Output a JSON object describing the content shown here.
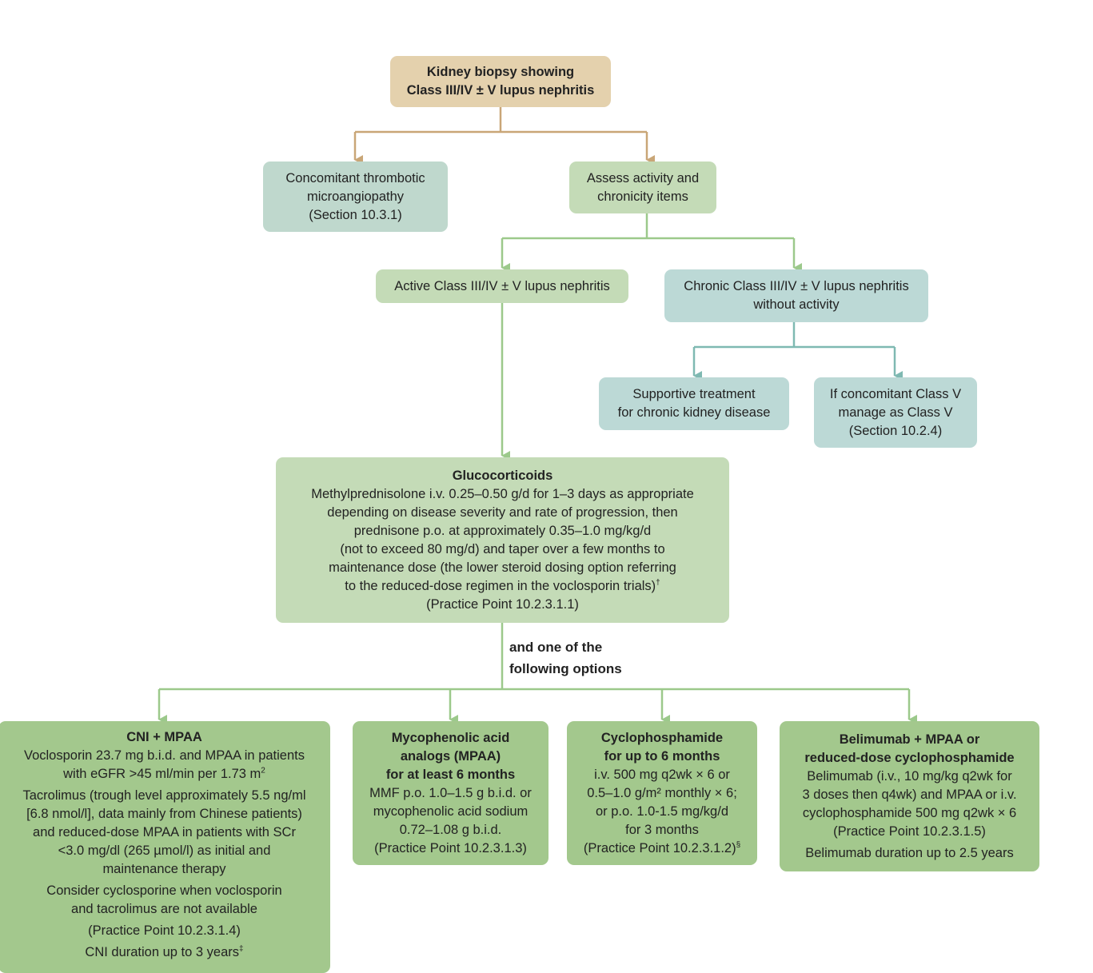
{
  "root": {
    "title_lines": [
      "Kidney biopsy showing",
      "Class III/IV ± V lupus nephritis"
    ]
  },
  "tma": {
    "lines": [
      "Concomitant thrombotic",
      "microangiopathy",
      "(Section 10.3.1)"
    ]
  },
  "assess": {
    "lines": [
      "Assess activity and",
      "chronicity items"
    ]
  },
  "active": {
    "label": "Active Class III/IV ± V lupus nephritis"
  },
  "chronic": {
    "lines": [
      "Chronic Class III/IV ± V lupus nephritis",
      "without activity"
    ]
  },
  "supportive": {
    "lines": [
      "Supportive treatment",
      "for chronic kidney disease"
    ]
  },
  "class_v": {
    "lines": [
      "If concomitant Class V",
      "manage as Class V",
      "(Section 10.2.4)"
    ]
  },
  "glucocorticoids": {
    "title": "Glucocorticoids",
    "lines": [
      "Methylprednisolone i.v. 0.25–0.50 g/d for 1–3 days as appropriate",
      "depending on disease severity and rate of progression, then",
      "prednisone p.o. at approximately 0.35–1.0 mg/kg/d",
      "(not to exceed 80 mg/d) and taper over a few months to",
      "maintenance dose (the lower steroid dosing option referring",
      "to the reduced-dose regimen in the voclosporin trials)",
      "(Practice Point 10.2.3.1.1)"
    ],
    "footnote_mark": "†"
  },
  "connector": {
    "lines": [
      "and one of the",
      "following options"
    ]
  },
  "cni": {
    "title": "CNI + MPAA",
    "p1": [
      "Voclosporin 23.7 mg b.i.d. and MPAA in patients",
      "with eGFR >45 ml/min per 1.73 m"
    ],
    "p1_sup": "2",
    "p2": [
      "Tacrolimus (trough level approximately 5.5 ng/ml",
      "[6.8 nmol/l], data mainly from Chinese patients)",
      "and reduced-dose MPAA in patients with SCr",
      "<3.0 mg/dl (265 µmol/l) as initial and",
      "maintenance therapy"
    ],
    "p3": [
      "Consider cyclosporine when voclosporin",
      "and tacrolimus are not available"
    ],
    "p4": "(Practice Point 10.2.3.1.4)",
    "p5": "CNI duration up to 3 years",
    "p5_sup": "‡"
  },
  "mpaa": {
    "title_lines": [
      "Mycophenolic acid",
      "analogs (MPAA)",
      "for at least 6 months"
    ],
    "lines": [
      "MMF p.o. 1.0–1.5 g b.i.d. or",
      "mycophenolic acid sodium",
      "0.72–1.08 g b.i.d.",
      "(Practice Point 10.2.3.1.3)"
    ]
  },
  "cyclo": {
    "title_lines": [
      "Cyclophosphamide",
      "for up to 6 months"
    ],
    "lines": [
      "i.v. 500 mg q2wk × 6 or",
      "0.5–1.0 g/m² monthly × 6;",
      "or p.o. 1.0-1.5 mg/kg/d",
      "for 3 months",
      "(Practice Point 10.2.3.1.2)"
    ],
    "footnote_mark": "§"
  },
  "belimumab": {
    "title_lines": [
      "Belimumab + MPAA or",
      "reduced-dose cyclophosphamide"
    ],
    "lines": [
      "Belimumab (i.v., 10 mg/kg q2wk for",
      "3 doses then q4wk) and MPAA or i.v.",
      "cyclophosphamide 500 mg q2wk × 6",
      "(Practice Point 10.2.3.1.5)"
    ],
    "duration": "Belimumab duration up to 2.5 years"
  },
  "colors": {
    "tan_arrow": "#c9a677",
    "green_arrow": "#9cc98b",
    "teal_arrow": "#7fb9b2"
  }
}
